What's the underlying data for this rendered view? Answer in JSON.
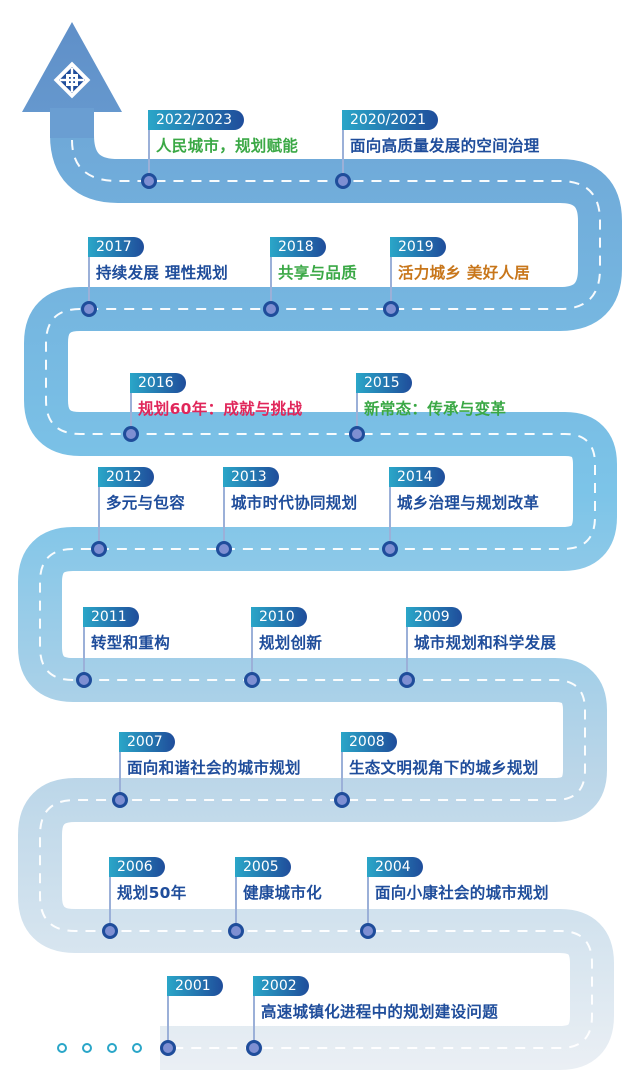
{
  "colors": {
    "year_tag_start": "#2aa6c8",
    "year_tag_end": "#1f4d9b",
    "text_blue": "#1f4d9b",
    "text_green": "#3aa845",
    "text_orange": "#c8761a",
    "text_red": "#e0265a",
    "road_top": "#6a9ed2",
    "road_bottom": "#eef1f5"
  },
  "logo": {
    "icon": "city-planning-emblem-icon"
  },
  "milestones": [
    {
      "year": "2022/2023",
      "title": "人民城市，规划赋能",
      "color": "#3aa845"
    },
    {
      "year": "2020/2021",
      "title": "面向高质量发展的空间治理",
      "color": "#1f4d9b"
    },
    {
      "year": "2017",
      "title": "持续发展  理性规划",
      "color": "#1f4d9b"
    },
    {
      "year": "2018",
      "title": "共享与品质",
      "color": "#3aa845"
    },
    {
      "year": "2019",
      "title": "活力城乡  美好人居",
      "color": "#c8761a"
    },
    {
      "year": "2016",
      "title": "规划60年：成就与挑战",
      "color": "#e0265a"
    },
    {
      "year": "2015",
      "title": "新常态：传承与变革",
      "color": "#3aa845"
    },
    {
      "year": "2012",
      "title": "多元与包容",
      "color": "#1f4d9b"
    },
    {
      "year": "2013",
      "title": "城市时代协同规划",
      "color": "#1f4d9b"
    },
    {
      "year": "2014",
      "title": "城乡治理与规划改革",
      "color": "#1f4d9b"
    },
    {
      "year": "2011",
      "title": "转型和重构",
      "color": "#1f4d9b"
    },
    {
      "year": "2010",
      "title": "规划创新",
      "color": "#1f4d9b"
    },
    {
      "year": "2009",
      "title": "城市规划和科学发展",
      "color": "#1f4d9b"
    },
    {
      "year": "2007",
      "title": "面向和谐社会的城市规划",
      "color": "#1f4d9b"
    },
    {
      "year": "2008",
      "title": "生态文明视角下的城乡规划",
      "color": "#1f4d9b"
    },
    {
      "year": "2006",
      "title": "规划50年",
      "color": "#1f4d9b"
    },
    {
      "year": "2005",
      "title": "健康城市化",
      "color": "#1f4d9b"
    },
    {
      "year": "2004",
      "title": "面向小康社会的城市规划",
      "color": "#1f4d9b"
    },
    {
      "year": "2001",
      "title": "",
      "color": "#1f4d9b"
    },
    {
      "year": "2002",
      "title": "高速城镇化进程中的规划建设问题",
      "color": "#1f4d9b"
    }
  ]
}
